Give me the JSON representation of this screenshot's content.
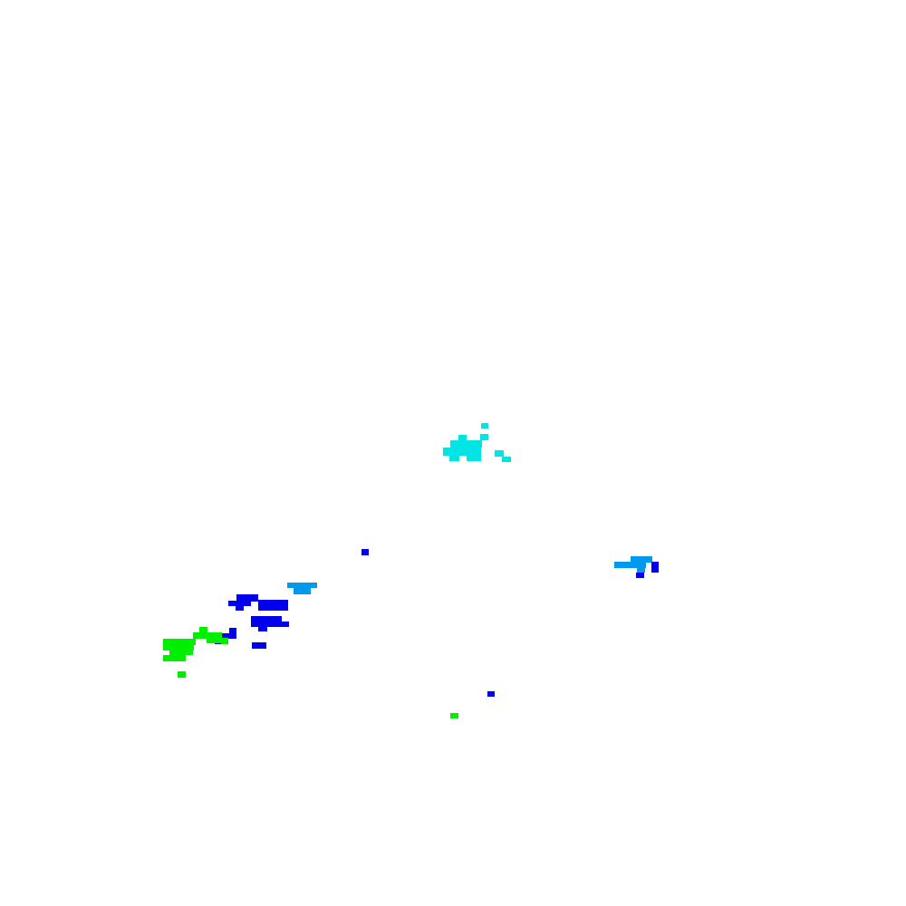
{
  "map": {
    "background_color": "#ffffff",
    "clusters": [
      {
        "id": "cyan-cluster",
        "color": "#00e4e4"
      },
      {
        "id": "lightblue-cluster",
        "color": "#0099ee"
      },
      {
        "id": "blue-cluster",
        "color": "#0000ee"
      },
      {
        "id": "green-cluster",
        "color": "#00ee00"
      }
    ]
  }
}
